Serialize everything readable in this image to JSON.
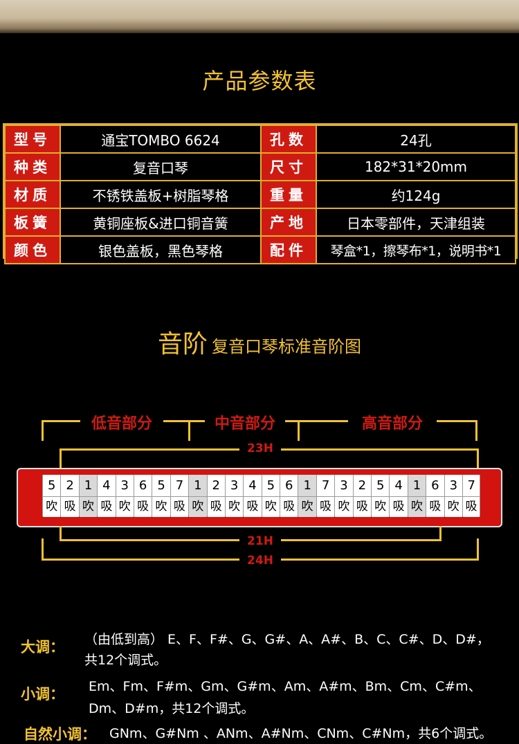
{
  "spec_title": "产品参数表",
  "spec_rows": [
    {
      "k1": "型号",
      "v1": "通宝TOMBO  6624",
      "k2": "孔数",
      "v2": "24孔"
    },
    {
      "k1": "种类",
      "v1": "复音口琴",
      "k2": "尺寸",
      "v2": "182*31*20mm"
    },
    {
      "k1": "材质",
      "v1": "不锈铁盖板+树脂琴格",
      "k2": "重量",
      "v2": "约124g"
    },
    {
      "k1": "板簧",
      "v1": "黄铜座板&进口铜音簧",
      "k2": "产地",
      "v2": "日本零部件，天津组装"
    },
    {
      "k1": "颜色",
      "v1": "银色盖板，黑色琴格",
      "k2": "配件",
      "v2": "琴盒*1，擦琴布*1，说明书*1"
    }
  ],
  "scale_title_big": "音阶",
  "scale_title_small": "复音口琴标准音阶图",
  "sections": {
    "low": "低音部分",
    "mid": "中音部分",
    "high": "高音部分"
  },
  "hole_counts": {
    "h23": "23H",
    "h21": "21H",
    "h24": "24H"
  },
  "notes": [
    "5",
    "2",
    "1",
    "4",
    "3",
    "6",
    "5",
    "7",
    "1",
    "2",
    "3",
    "4",
    "5",
    "6",
    "1",
    "7",
    "3",
    "2",
    "5",
    "4",
    "1",
    "6",
    "3",
    "7"
  ],
  "actions": [
    "吹",
    "吸",
    "吹",
    "吸",
    "吹",
    "吸",
    "吹",
    "吸",
    "吹",
    "吸",
    "吹",
    "吸",
    "吹",
    "吸",
    "吹",
    "吸",
    "吹",
    "吸",
    "吹",
    "吸",
    "吹",
    "吸",
    "吹",
    "吸"
  ],
  "highlighted_holes": [
    2,
    8,
    14,
    20
  ],
  "major_label": "大调：",
  "major_line1": "（由低到高） E、F、F#、G、G#、A、A#、B、C、C#、D、D#，",
  "major_line2": "共12个调式。",
  "minor_label": "小调：",
  "minor_line1": "Em、Fm、F#m、Gm、G#m、Am、A#m、Bm、Cm、C#m、",
  "minor_line2": "Dm、D#m，共12个调式。",
  "natural_label": "自然小调：",
  "natural_line": "GNm、G#Nm 、ANm、A#Nm、CNm、C#Nm，共6个调式。",
  "accent_color": "#f2c230",
  "red_color": "#cf1a12"
}
